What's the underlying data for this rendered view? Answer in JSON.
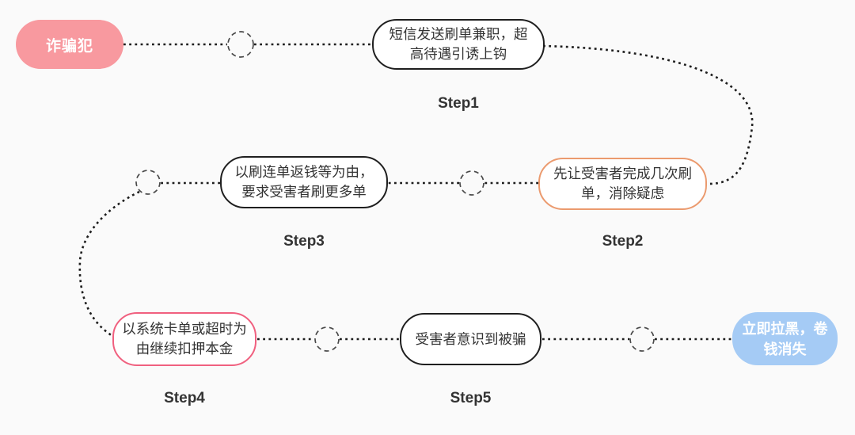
{
  "diagram": {
    "background": "#fafafa",
    "colors": {
      "scammer_fill": "#f8999f",
      "end_fill": "#a5cbf5",
      "black_border": "#1f1f1f",
      "orange_border": "#eb9a6e",
      "pink_border": "#f0607f",
      "text": "#333333",
      "connector": "#1d1d1d"
    },
    "nodes": {
      "scammer": {
        "label": "诈骗犯"
      },
      "step1": {
        "label": "短信发送刷单兼职，超\n高待遇引诱上钩",
        "caption": "Step1"
      },
      "step2": {
        "label": "先让受害者完成几次刷\n单，消除疑虑",
        "caption": "Step2"
      },
      "step3": {
        "label": "以刷连单返钱等为由，\n要求受害者刷更多单",
        "caption": "Step3"
      },
      "step4": {
        "label": "以系统卡单或超时为\n由继续扣押本金",
        "caption": "Step4"
      },
      "step5": {
        "label": "受害者意识到被骗",
        "caption": "Step5"
      },
      "end": {
        "label": "立即拉黑，卷\n钱消失"
      }
    }
  }
}
